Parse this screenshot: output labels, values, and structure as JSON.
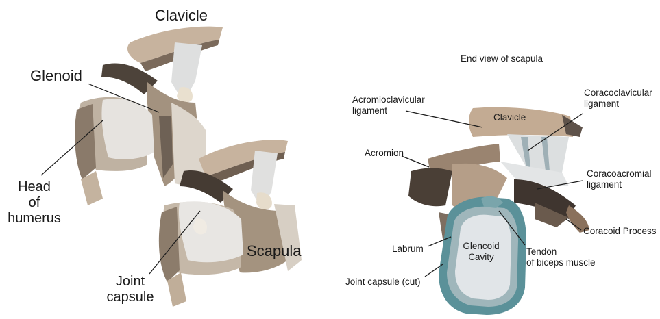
{
  "left_figure": {
    "labels": {
      "clavicle": "Clavicle",
      "glenoid": "Glenoid",
      "head_line1": "Head",
      "head_line2": "of",
      "head_line3": "humerus",
      "scapula": "Scapula",
      "joint_line1": "Joint",
      "joint_line2": "capsule"
    }
  },
  "right_figure": {
    "title": "End view of scapula",
    "labels": {
      "acromioclavicular_line1": "Acromioclavicular",
      "acromioclavicular_line2": "ligament",
      "clavicle": "Clavicle",
      "coracoclavicular_line1": "Coracoclavicular",
      "coracoclavicular_line2": "ligament",
      "acromion": "Acromion",
      "coracoacromial_line1": "Coracoacromial",
      "coracoacromial_line2": "ligament",
      "coracoid_process": "Coracoid Process",
      "glenoid_cavity_line1": "Glencoid",
      "glenoid_cavity_line2": "Cavity",
      "labrum": "Labrum",
      "tendon_line1": "Tendon",
      "tendon_line2": "of biceps muscle",
      "joint_capsule_cut": "Joint capsule (cut)"
    }
  },
  "colors": {
    "bone_tan": "#c4ab93",
    "bone_dark": "#4a3f36",
    "ligament_grey": "#d9dcdd",
    "capsule_teal": "#5a8f96",
    "cavity_light": "#dfe3e6"
  }
}
